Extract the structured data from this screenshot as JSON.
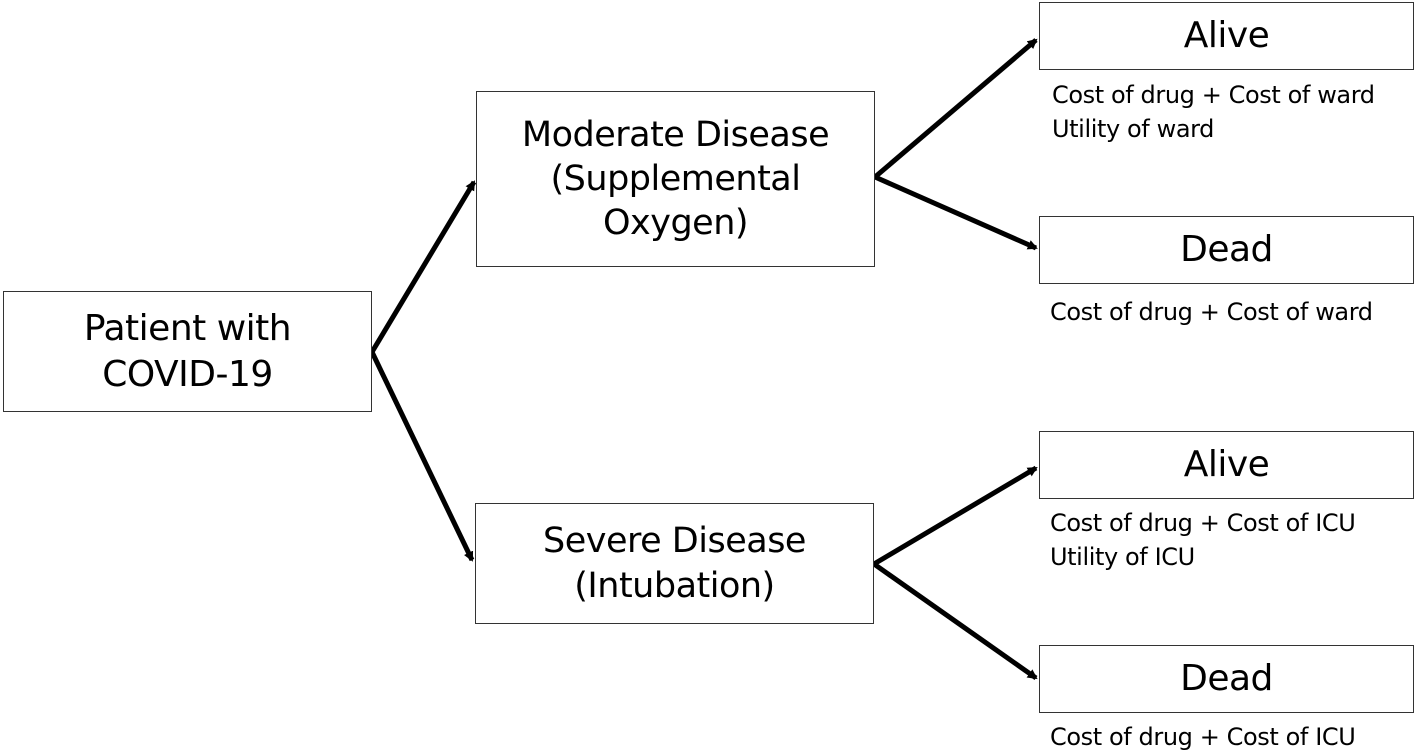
{
  "nodes": {
    "root": "Patient with\nCOVID-19",
    "moderate": "Moderate Disease\n(Supplemental\nOxygen)",
    "severe": "Severe Disease\n(Intubation)",
    "moderate_alive": "Alive",
    "moderate_dead": "Dead",
    "severe_alive": "Alive",
    "severe_dead": "Dead"
  },
  "annotations": {
    "moderate_alive": [
      "Cost of drug + Cost of ward",
      "Utility of ward"
    ],
    "moderate_dead": [
      "Cost of drug + Cost of ward"
    ],
    "severe_alive": [
      "Cost of drug + Cost of ICU",
      "Utility of ICU"
    ],
    "severe_dead": [
      "Cost of drug + Cost of ICU"
    ]
  }
}
